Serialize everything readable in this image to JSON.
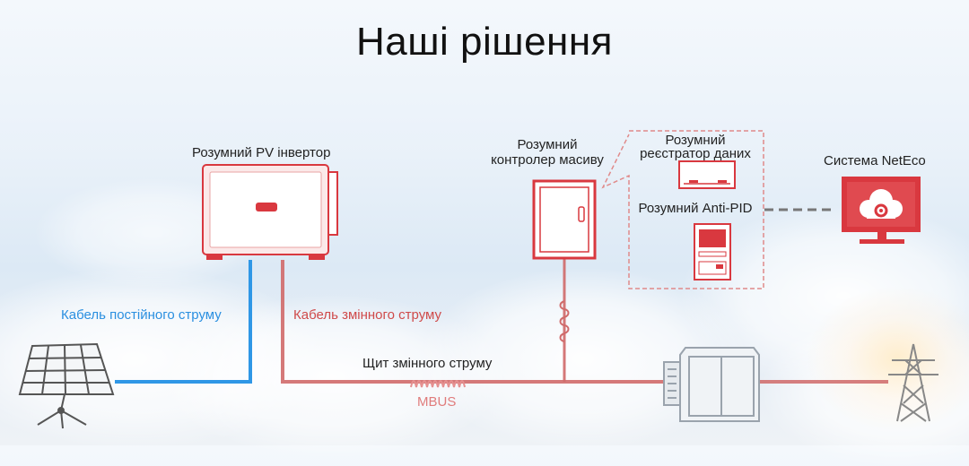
{
  "title": "Наші рішення",
  "labels": {
    "inverter": "Розумний PV інвертор",
    "array_controller_line1": "Розумний",
    "array_controller_line2": "контролер масиву",
    "data_logger_line1": "Розумний",
    "data_logger_line2": "реєстратор даних",
    "anti_pid": "Розумний Anti-PID",
    "neteco": "Система NetEco",
    "dc_cable": "Кабель постійного струму",
    "ac_cable": "Кабель змінного струму",
    "ac_panel": "Щит змінного струму",
    "mbus": "MBUS"
  },
  "colors": {
    "dc_line": "#2f97e6",
    "ac_line": "#d06a6a",
    "device_red": "#d9383f",
    "dashed_box": "#e08a8a",
    "dashed_link": "#777777"
  },
  "icons": {
    "solar_panel": "solar-panel-icon",
    "inverter": "inverter-icon",
    "array_controller": "array-controller-icon",
    "data_logger": "data-logger-icon",
    "anti_pid": "anti-pid-icon",
    "neteco": "neteco-monitor-icon",
    "transformer": "box-transformer-icon",
    "power_tower": "power-tower-icon"
  }
}
